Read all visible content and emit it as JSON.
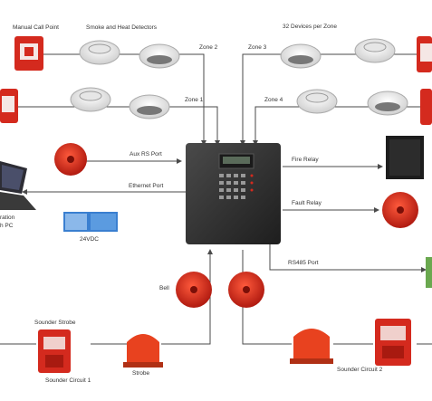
{
  "labels": {
    "manual_call_point": "Manual Call Point",
    "smoke_heat": "Smoke and Heat Detectors",
    "devices_per_zone": "32 Devices per Zone",
    "zone2": "Zone 2",
    "zone3": "Zone 3",
    "zone1": "Zone 1",
    "zone4": "Zone 4",
    "aux_port": "Aux RS Port",
    "ethernet_port": "Ethernet Port",
    "fire_relay": "Fire Relay",
    "fault_relay": "Fault Relay",
    "rs485_port": "RS485 Port",
    "pc_line1": "ration",
    "pc_line2": "h PC",
    "psu": "24VDC",
    "bell": "Bell",
    "sounder_strobe": "Sounder Strobe",
    "strobe": "Strobe",
    "sounder_circuit1": "Sounder Circuit 1",
    "sounder_circuit2": "Sounder Circuit 2"
  },
  "colors": {
    "line": "#4a4a4a",
    "device_red": "#d42a1e",
    "detector_white": "#f2f2f2",
    "panel": "#2b2b2b"
  }
}
